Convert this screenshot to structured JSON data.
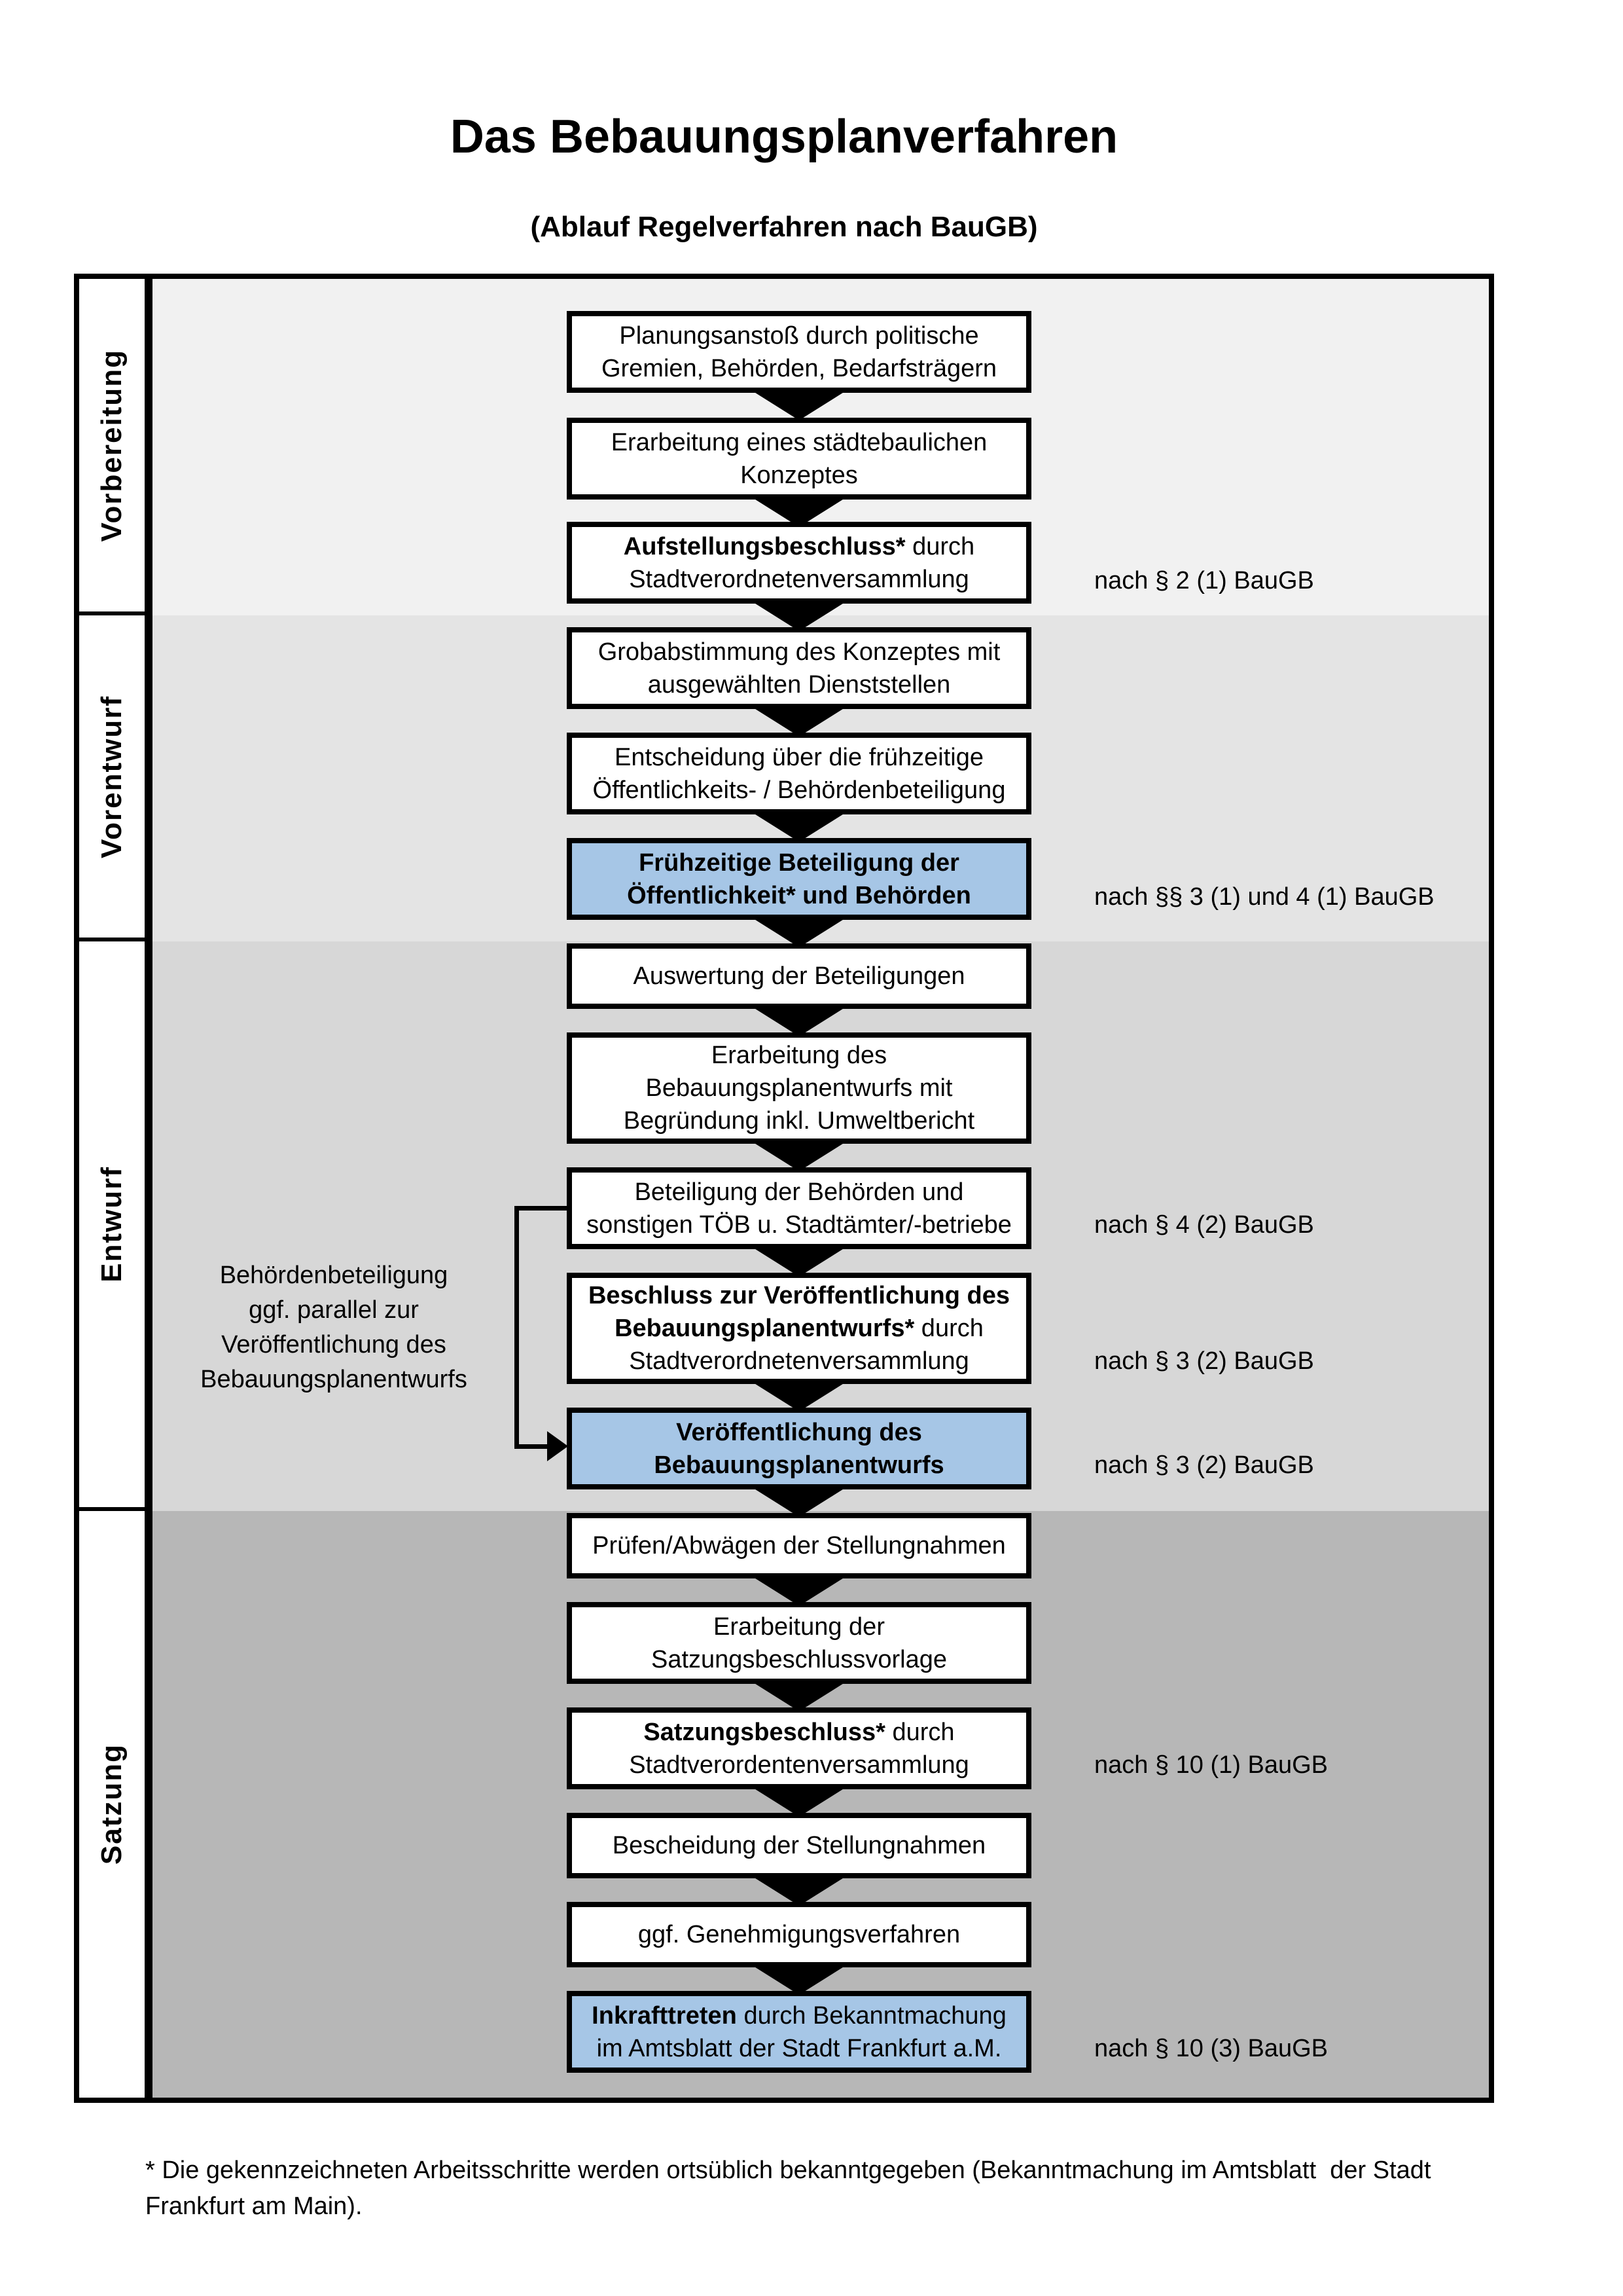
{
  "title": "Das Bebauungsplanverfahren",
  "subtitle": "(Ablauf Regelverfahren nach BauGB)",
  "highlight_color": "#a6c6e6",
  "phases": [
    {
      "label": "Vorbereitung",
      "band_color": "#f1f1f1"
    },
    {
      "label": "Vorentwurf",
      "band_color": "#e4e4e4"
    },
    {
      "label": "Entwurf",
      "band_color": "#d7d7d7"
    },
    {
      "label": "Satzung",
      "band_color": "#b7b7b7"
    }
  ],
  "flow": {
    "boxes": [
      {
        "id": "planungsanstoss",
        "highlighted": false,
        "segments": [
          {
            "text": "Planungsanstoß durch politische\nGremien, Behörden, Bedarfsträgern",
            "bold": false
          }
        ]
      },
      {
        "id": "staedtebauliches-konzept",
        "highlighted": false,
        "segments": [
          {
            "text": "Erarbeitung eines städtebaulichen\nKonzeptes",
            "bold": false
          }
        ]
      },
      {
        "id": "aufstellungsbeschluss",
        "highlighted": false,
        "segments": [
          {
            "text": "Aufstellungsbeschluss*",
            "bold": true
          },
          {
            "text": " durch\nStadtverordnetenversammlung",
            "bold": false
          }
        ]
      },
      {
        "id": "grobabstimmung",
        "highlighted": false,
        "segments": [
          {
            "text": "Grobabstimmung des Konzeptes mit\nausgewählten Dienststellen",
            "bold": false
          }
        ]
      },
      {
        "id": "entscheidung-beteiligung",
        "highlighted": false,
        "segments": [
          {
            "text": "Entscheidung über die frühzeitige\nÖffentlichkeits- / Behördenbeteiligung",
            "bold": false
          }
        ]
      },
      {
        "id": "fruehzeitige-beteiligung",
        "highlighted": true,
        "segments": [
          {
            "text": "Frühzeitige Beteiligung der\nÖffentlichkeit* und Behörden",
            "bold": true
          }
        ]
      },
      {
        "id": "auswertung",
        "highlighted": false,
        "segments": [
          {
            "text": "Auswertung der Beteiligungen",
            "bold": false
          }
        ]
      },
      {
        "id": "erarbeitung-entwurf",
        "highlighted": false,
        "segments": [
          {
            "text": "Erarbeitung des\nBebauungsplanentwurfs mit\nBegründung inkl. Umweltbericht",
            "bold": false
          }
        ]
      },
      {
        "id": "beteiligung-behoerden",
        "highlighted": false,
        "segments": [
          {
            "text": "Beteiligung der Behörden und\nsonstigen TÖB u. Stadtämter/-betriebe",
            "bold": false
          }
        ]
      },
      {
        "id": "beschluss-veroeffentlichung",
        "highlighted": false,
        "segments": [
          {
            "text": "Beschluss zur Veröffentlichung des\nBebauungsplanentwurfs*",
            "bold": true
          },
          {
            "text": " durch\nStadtverordnetenversammlung",
            "bold": false
          }
        ]
      },
      {
        "id": "veroeffentlichung",
        "highlighted": true,
        "segments": [
          {
            "text": "Veröffentlichung des\nBebauungsplanentwurfs",
            "bold": true
          }
        ]
      },
      {
        "id": "pruefen-abwaegen",
        "highlighted": false,
        "segments": [
          {
            "text": "Prüfen/Abwägen der Stellungnahmen",
            "bold": false
          }
        ]
      },
      {
        "id": "satzungsbeschlussvorlage",
        "highlighted": false,
        "segments": [
          {
            "text": "Erarbeitung der\nSatzungsbeschlussvorlage",
            "bold": false
          }
        ]
      },
      {
        "id": "satzungsbeschluss",
        "highlighted": false,
        "segments": [
          {
            "text": "Satzungsbeschluss*",
            "bold": true
          },
          {
            "text": " durch\nStadtverordentenversammlung",
            "bold": false
          }
        ]
      },
      {
        "id": "bescheidung",
        "highlighted": false,
        "segments": [
          {
            "text": "Bescheidung der Stellungnahmen",
            "bold": false
          }
        ]
      },
      {
        "id": "genehmigungsverfahren",
        "highlighted": false,
        "segments": [
          {
            "text": "ggf. Genehmigungsverfahren",
            "bold": false
          }
        ]
      },
      {
        "id": "inkrafttreten",
        "highlighted": true,
        "segments": [
          {
            "text": "Inkrafttreten",
            "bold": true
          },
          {
            "text": " durch Bekanntmachung\nim Amtsblatt der Stadt Frankfurt a.M.",
            "bold": false
          }
        ]
      }
    ]
  },
  "annotations": {
    "right": [
      {
        "text": "nach § 2 (1) BauGB"
      },
      {
        "text": "nach §§ 3 (1) und 4 (1) BauGB"
      },
      {
        "text": "nach § 4 (2) BauGB"
      },
      {
        "text": "nach § 3 (2) BauGB"
      },
      {
        "text": "nach § 3 (2) BauGB"
      },
      {
        "text": "nach § 10 (1) BauGB"
      },
      {
        "text": "nach § 10 (3) BauGB"
      }
    ],
    "left_note": "Behördenbeteiligung\nggf. parallel zur\nVeröffentlichung des\nBebauungsplanentwurfs"
  },
  "footnote": "* Die gekennzeichneten Arbeitsschritte werden ortsüblich bekanntgegeben (Bekanntmachung im Amtsblatt  der Stadt\nFrankfurt am Main)."
}
